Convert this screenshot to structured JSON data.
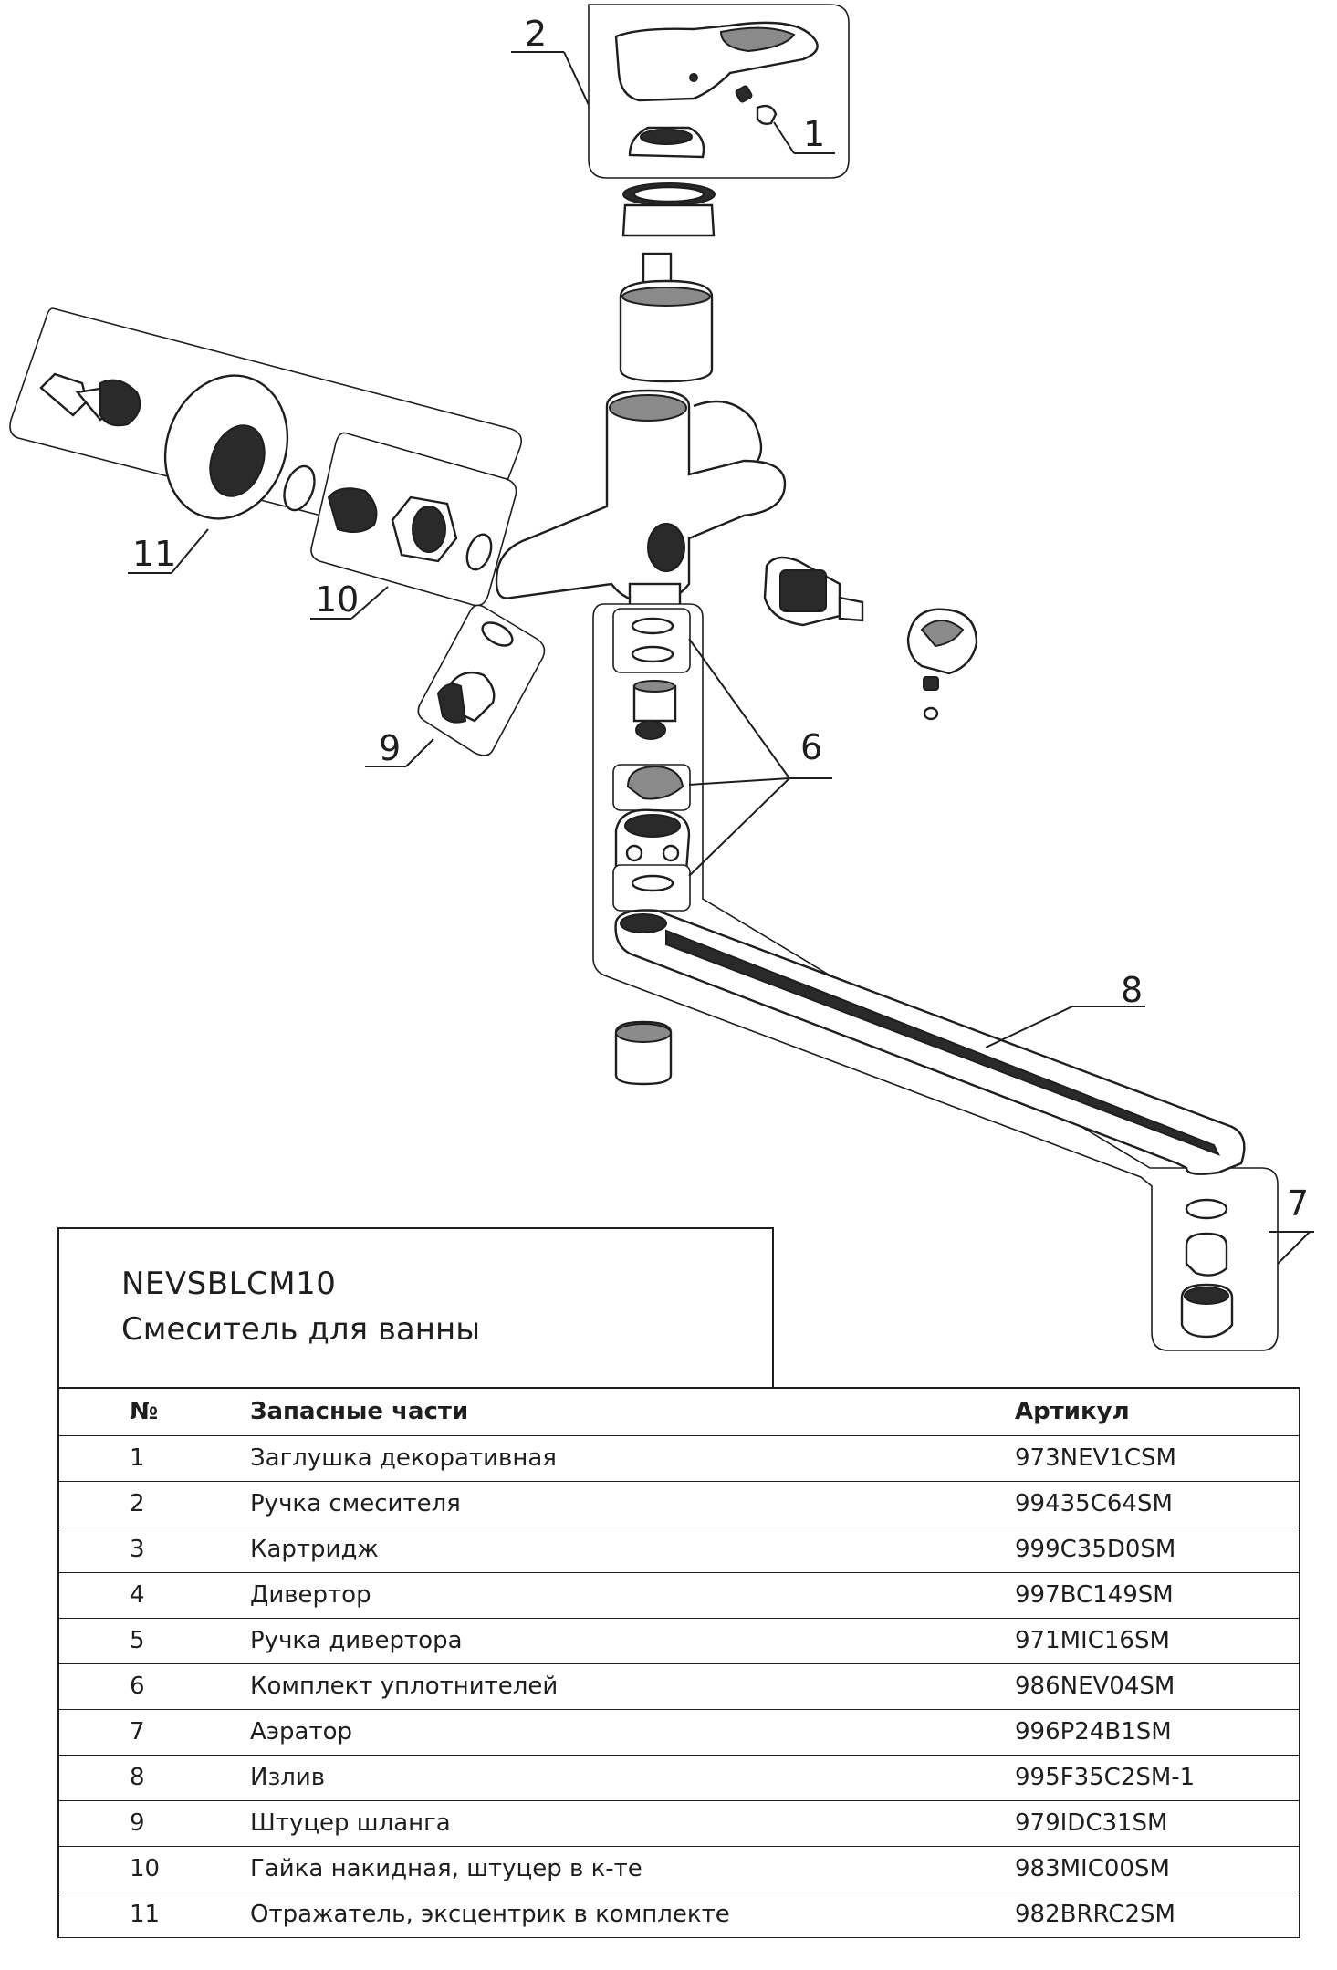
{
  "callouts": [
    "1",
    "2",
    "6",
    "7",
    "8",
    "9",
    "10",
    "11"
  ],
  "title_block": {
    "model": "NEVSBLCM10",
    "product": "Смеситель для ванны"
  },
  "table": {
    "headers": {
      "no": "№",
      "name": "Запасные части",
      "sku": "Артикул"
    },
    "rows": [
      {
        "no": "1",
        "name": "Заглушка декоративная",
        "sku": "973NEV1CSM"
      },
      {
        "no": "2",
        "name": "Ручка смесителя",
        "sku": "99435C64SM"
      },
      {
        "no": "3",
        "name": "Картридж",
        "sku": "999C35D0SM"
      },
      {
        "no": "4",
        "name": "Дивертор",
        "sku": "997BC149SM"
      },
      {
        "no": "5",
        "name": "Ручка дивертора",
        "sku": "971MIC16SM"
      },
      {
        "no": "6",
        "name": "Комплект уплотнителей",
        "sku": "986NEV04SM"
      },
      {
        "no": "7",
        "name": "Аэратор",
        "sku": "996P24B1SM"
      },
      {
        "no": "8",
        "name": "Излив",
        "sku": "995F35C2SM-1"
      },
      {
        "no": "9",
        "name": "Штуцер шланга",
        "sku": "979IDC31SM"
      },
      {
        "no": "10",
        "name": "Гайка накидная, штуцер в к-те",
        "sku": "983MIC00SM"
      },
      {
        "no": "11",
        "name": "Отражатель, эксцентрик в комплекте",
        "sku": "982BRRC2SM"
      }
    ]
  }
}
